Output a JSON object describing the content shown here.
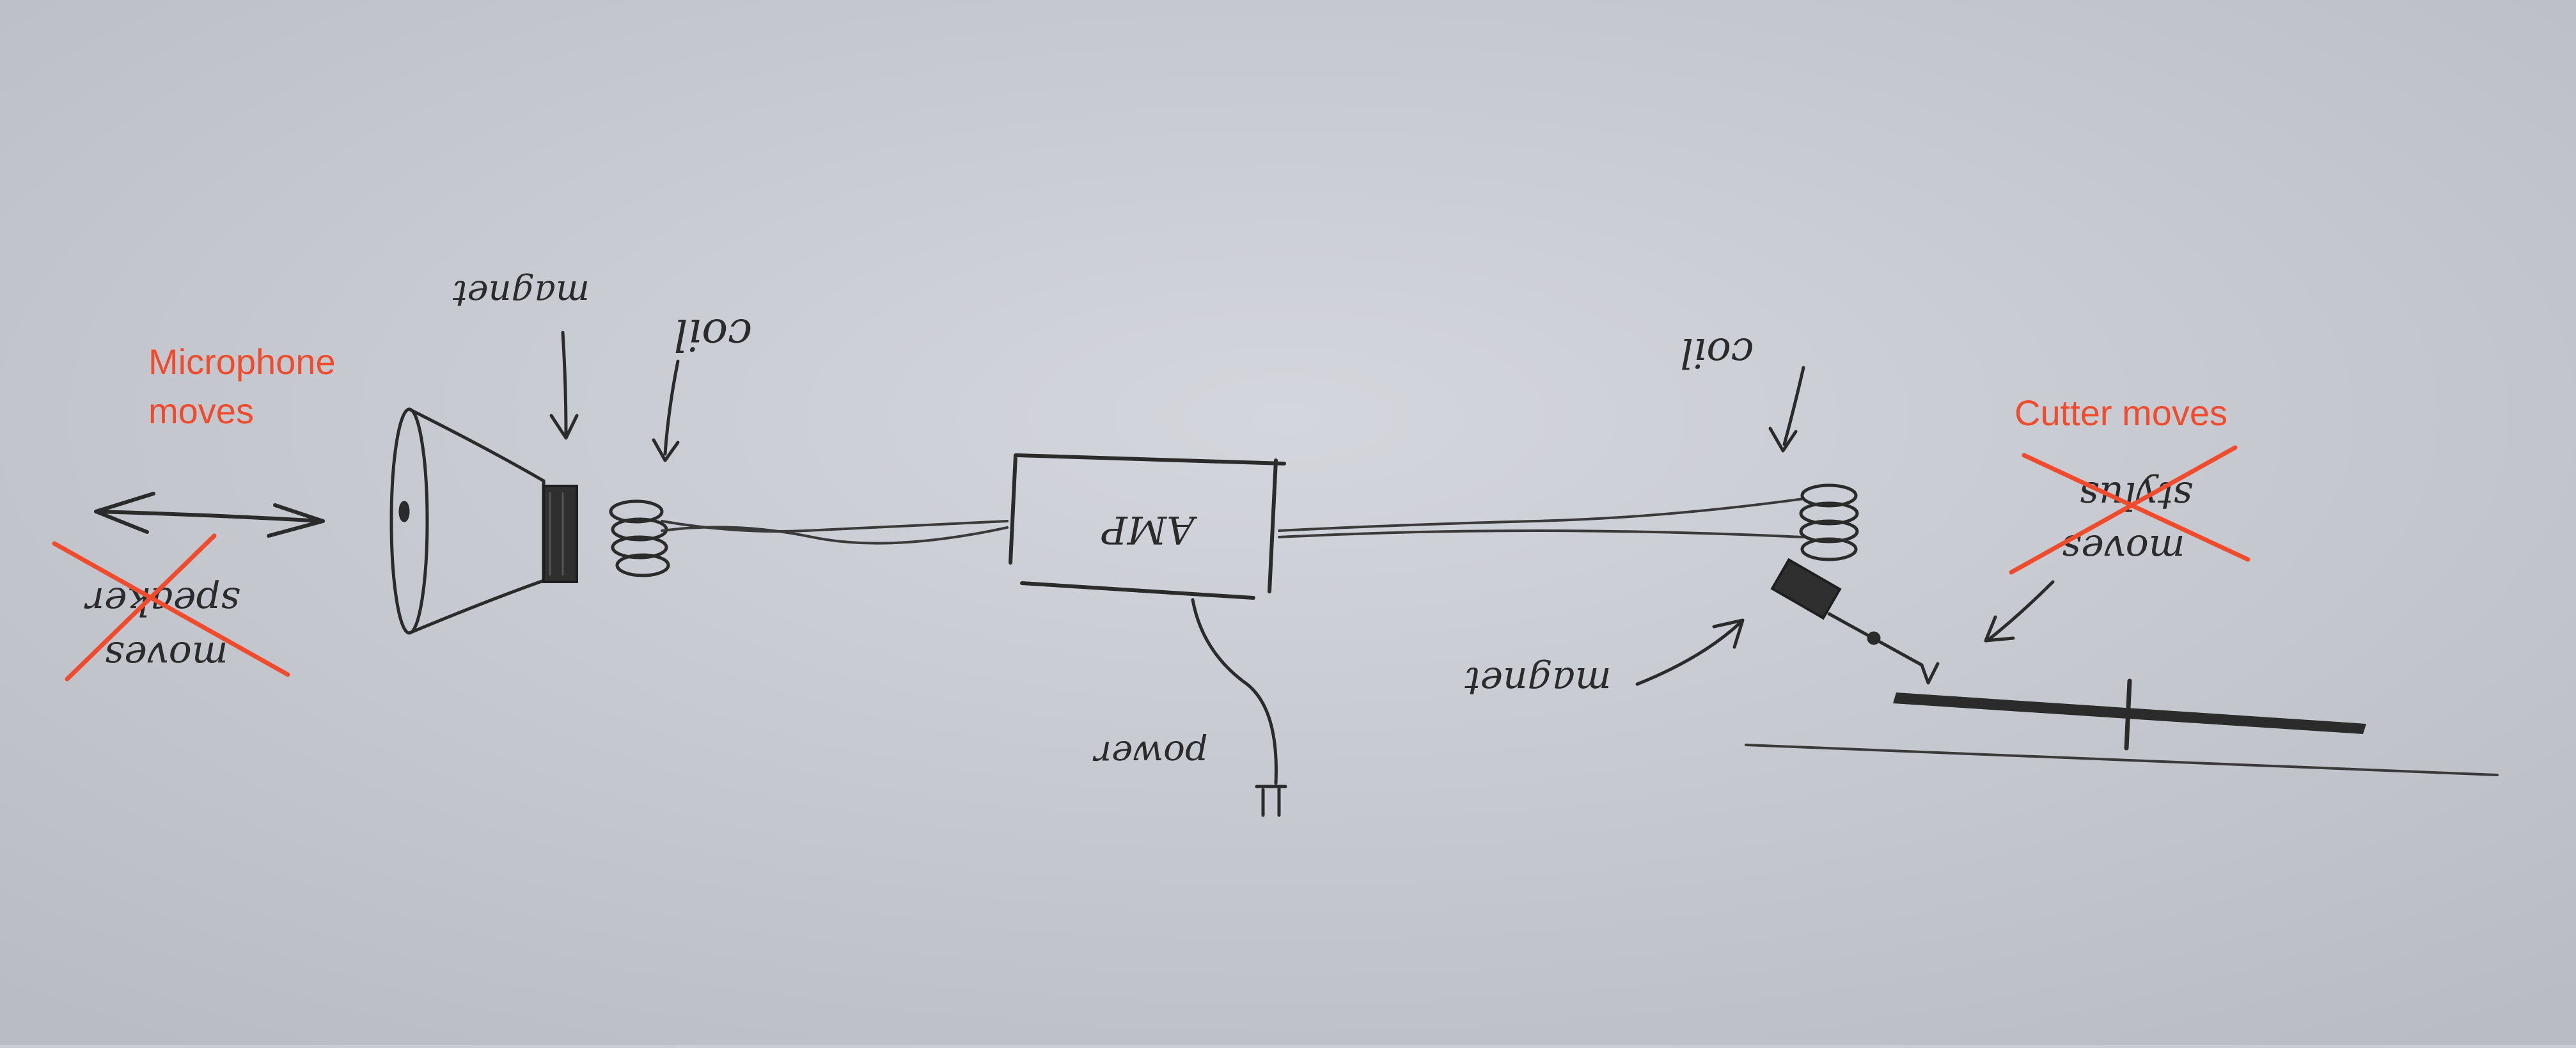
{
  "annotations": {
    "microphone_line1": "Microphone",
    "microphone_line2": "moves",
    "cutter": "Cutter moves"
  },
  "sketch_labels": {
    "magnet_left": "magnet",
    "coil_left": "coil",
    "amp": "AMP",
    "power": "power",
    "coil_right": "coil",
    "magnet_right": "magnet",
    "speaker_line1": "speaker",
    "speaker_line2": "moves",
    "stylus_line1": "stylus",
    "stylus_line2": "moves"
  },
  "colors": {
    "paper": "#c9ccd2",
    "pencil": "#2b2b2b",
    "annotation": "#ef4b2c"
  }
}
